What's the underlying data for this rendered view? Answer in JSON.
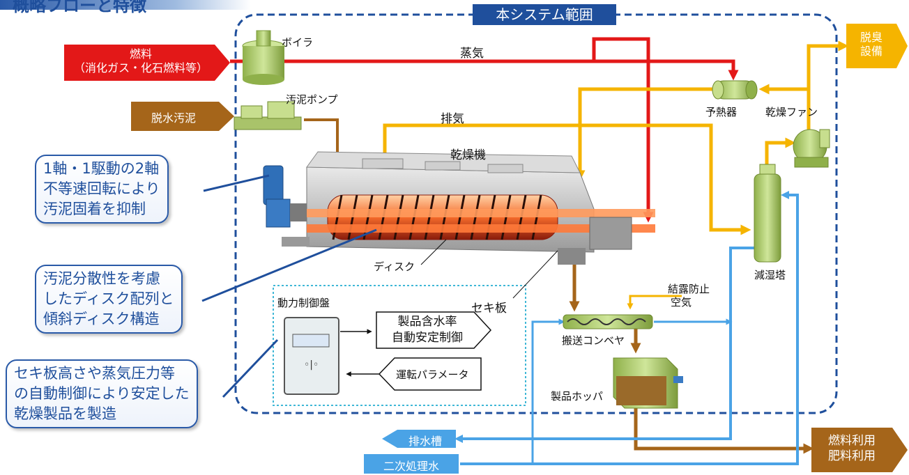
{
  "page": {
    "title": "概略フローと特徴"
  },
  "system_range": {
    "label": "本システム範囲"
  },
  "equipment": {
    "boiler": "ボイラ",
    "steam": "蒸気",
    "sludge_pump": "汚泥ポンプ",
    "exhaust": "排気",
    "dryer": "乾燥機",
    "disc": "ディスク",
    "weir": "セキ板",
    "preheater": "予熱器",
    "drying_fan": "乾燥ファン",
    "dehumidifier": "減湿塔",
    "conveyor": "搬送コンベヤ",
    "anti_condensation_air": [
      "結露防止",
      "空気"
    ],
    "product_hopper": "製品ホッパ",
    "control_panel": "動力制御盤",
    "moisture_control": [
      "製品含水率",
      "自動安定制御"
    ],
    "operating_params": "運転パラメータ"
  },
  "inputs": {
    "fuel": [
      "燃料",
      "（消化ガス・化石燃料等）"
    ],
    "dewatered_sludge": "脱水汚泥",
    "secondary_water": "二次処理水"
  },
  "outputs": {
    "deodorization": [
      "脱臭",
      "設備"
    ],
    "drain_tank": "排水槽",
    "fuel_fertilizer": [
      "燃料利用",
      "肥料利用"
    ]
  },
  "features": [
    [
      "1軸・1駆動の2軸",
      "不等速回転により",
      "汚泥固着を抑制"
    ],
    [
      "汚泥分散性を考慮",
      "したディスク配列と",
      "傾斜ディスク構造"
    ],
    [
      "セキ板高さや蒸気圧力等",
      "の自動制御により安定した",
      "乾燥製品を製造"
    ]
  ],
  "colors": {
    "steam_red": "#e31818",
    "exhaust_yellow": "#f5b400",
    "sludge_brown": "#a5651a",
    "water_blue": "#4aa3e6",
    "navy": "#1f4f9c"
  }
}
